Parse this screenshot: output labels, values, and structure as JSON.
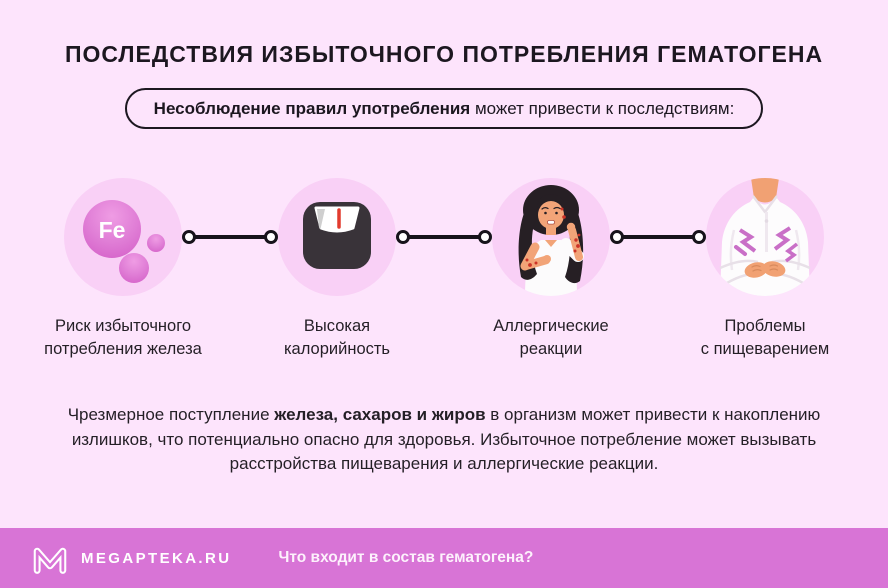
{
  "header": {
    "title": "ПОСЛЕДСТВИЯ ИЗБЫТОЧНОГО ПОТРЕБЛЕНИЯ ГЕМАТОГЕНА",
    "subtitle_bold": "Несоблюдение правил употребления",
    "subtitle_rest": " может привести к последствиям:"
  },
  "items": [
    {
      "icon": "fe-bubbles-icon",
      "fe_symbol": "Fe",
      "line1": "Риск избыточного",
      "line2": "потребления железа"
    },
    {
      "icon": "weight-scale-icon",
      "line1": "Высокая",
      "line2": "калорийность"
    },
    {
      "icon": "allergic-reaction-icon",
      "line1": "Аллергические",
      "line2": "реакции"
    },
    {
      "icon": "stomach-pain-icon",
      "line1": "Проблемы",
      "line2": "с пищеварением"
    }
  ],
  "paragraph": {
    "lead": "Чрезмерное поступление ",
    "bold": "железа, сахаров и жиров",
    "rest": " в организм может привести к накоплению излишков, что потенциально опасно для здоровья. Избыточное потребление может вызывать расстройства пищеварения и аллергические реакции."
  },
  "footer": {
    "brand": "MEGAPTEKA.RU",
    "question": "Что входит в состав гематогена?"
  },
  "colors": {
    "background": "#fde4fc",
    "footer_bar": "#d874d6",
    "icon_circle_bg": "#f9d0f6",
    "bubble_pink": "#de74d2",
    "needle_red": "#e23b2e",
    "spot_red": "#cc3327",
    "bolt_purple": "#c96fc7",
    "text_dark": "#1c1720",
    "scale_dark": "#393339",
    "skin": "#f2a478",
    "hair_dark": "#261f24"
  }
}
